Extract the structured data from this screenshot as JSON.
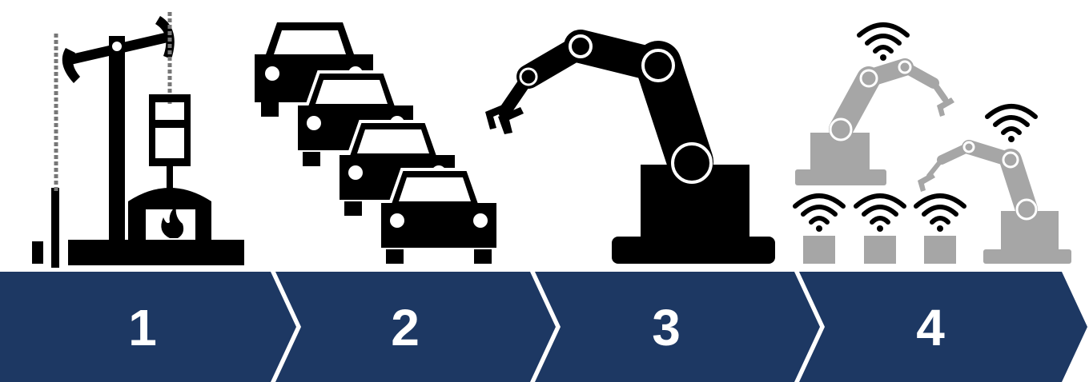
{
  "colors": {
    "arrow_fill": "#1d3863",
    "arrow_gap": "#ffffff",
    "number": "#ffffff",
    "icon_dark": "#000000",
    "icon_grey": "#a6a6a6"
  },
  "stages": [
    {
      "number": "1",
      "icon": "steam-engine-icon"
    },
    {
      "number": "2",
      "icon": "car-assembly-line-icon"
    },
    {
      "number": "3",
      "icon": "robot-arm-icon"
    },
    {
      "number": "4",
      "icon": "connected-robots-wifi-icon"
    }
  ]
}
